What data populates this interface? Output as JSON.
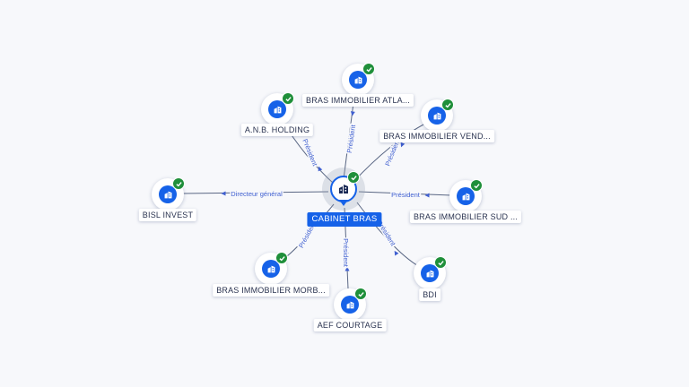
{
  "colors": {
    "accent": "#1662e8",
    "verified": "#1f8f3a",
    "edge": "#5a6784",
    "edge_label": "#3f5fd0"
  },
  "center": {
    "label": "CABINET BRAS",
    "icon": "building-icon",
    "verified": true
  },
  "nodes": [
    {
      "id": "bras-atla",
      "label": "BRAS IMMOBILIER ATLA...",
      "icon": "building-icon",
      "verified": true
    },
    {
      "id": "anb",
      "label": "A.N.B. HOLDING",
      "icon": "building-icon",
      "verified": true
    },
    {
      "id": "bras-vend",
      "label": "BRAS IMMOBILIER VEND...",
      "icon": "building-icon",
      "verified": true
    },
    {
      "id": "bisl",
      "label": "BISL INVEST",
      "icon": "building-icon",
      "verified": true
    },
    {
      "id": "bras-sud",
      "label": "BRAS IMMOBILIER SUD ...",
      "icon": "building-icon",
      "verified": true
    },
    {
      "id": "bras-morb",
      "label": "BRAS IMMOBILIER MORB...",
      "icon": "building-icon",
      "verified": true
    },
    {
      "id": "bdi",
      "label": "BDI",
      "icon": "building-icon",
      "verified": true
    },
    {
      "id": "aef",
      "label": "AEF COURTAGE",
      "icon": "building-icon",
      "verified": true
    }
  ],
  "edges": [
    {
      "to": "bras-atla",
      "label": "Président"
    },
    {
      "to": "anb",
      "label": "Président"
    },
    {
      "to": "bras-vend",
      "label": "Président"
    },
    {
      "to": "bisl",
      "label": "Directeur général"
    },
    {
      "to": "bras-sud",
      "label": "Président"
    },
    {
      "to": "bras-morb",
      "label": "Président"
    },
    {
      "to": "bdi",
      "label": "Président"
    },
    {
      "to": "aef",
      "label": "Président"
    }
  ]
}
